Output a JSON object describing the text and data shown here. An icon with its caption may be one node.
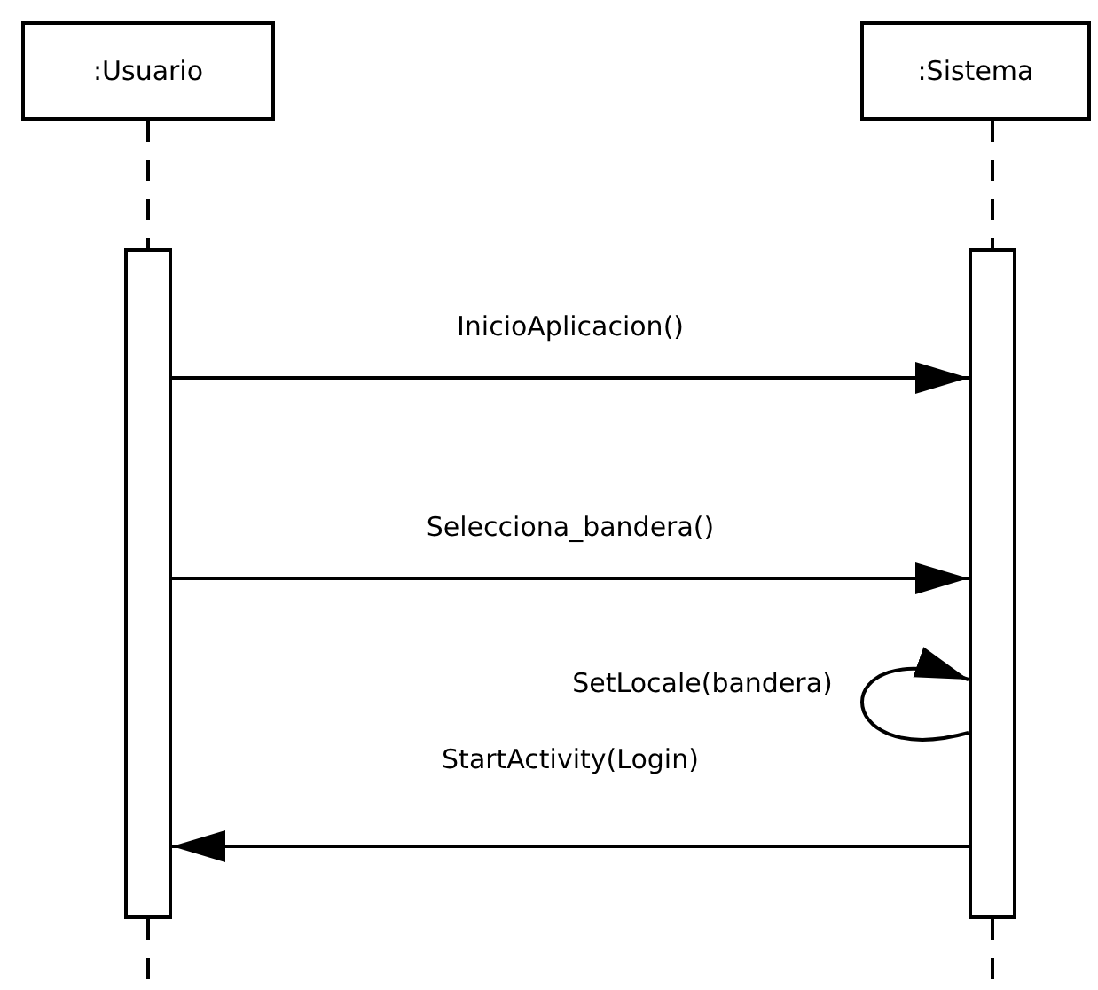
{
  "diagram": {
    "nodes": [
      {
        "text": [
          ":Usuario"
        ]
      },
      {
        "text": [
          ":Sistema"
        ]
      },
      {
        "text": [],
        "shape": "bar"
      },
      {
        "text": [],
        "shape": "bar"
      }
    ],
    "edges": [
      {
        "from": 0,
        "to": 2,
        "arrow": "none",
        "style": "dashed"
      },
      {
        "from": 1,
        "to": 3,
        "arrow": "none",
        "style": "dashed"
      },
      {
        "from": 2,
        "to": 3,
        "arrow": "to",
        "label": "InicioAplicacion()"
      },
      {
        "from": 2,
        "to": 3,
        "arrow": "to",
        "label": "Selecciona_bandera()"
      },
      {
        "from": 3,
        "to": 3,
        "arrow": "to",
        "label": "SetLocale(bandera)"
      },
      {
        "from": 3,
        "to": 2,
        "arrow": "to",
        "label": "StartActivity(Login)"
      },
      {
        "from": 2,
        "to": null,
        "arrow": "none",
        "style": "dashed"
      },
      {
        "from": 3,
        "to": null,
        "arrow": "none",
        "style": "dashed"
      }
    ]
  }
}
